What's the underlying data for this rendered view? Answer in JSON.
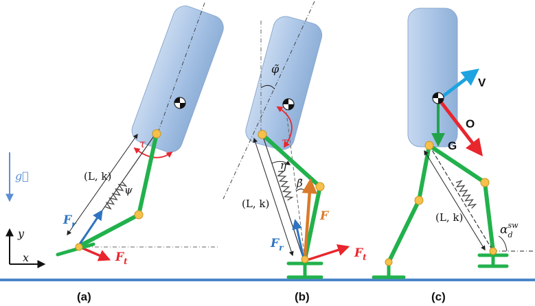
{
  "colors": {
    "body_fill": "#a9c4e6",
    "leg": "#22b14c",
    "joint": "#f6c04a",
    "ground": "#4a86c8",
    "torque": "#e8262d",
    "force_red": "#e8262d",
    "force_blue": "#2f74c0",
    "force_orange": "#d97b2a",
    "gravity": "#5b8fd4",
    "velocity": "#1fa3e0",
    "spring": "#444444"
  },
  "icons": {
    "com": "center-of-mass-marker",
    "foot": "foot-pad"
  },
  "axes": {
    "x": "x",
    "y": "y",
    "gravity": "g⃗"
  },
  "panel_a": {
    "caption": "(a)",
    "torque": "τ",
    "spring_params": "(L, k)",
    "psi": "ψ",
    "fr": "F",
    "fr_sub": "r",
    "ft": "F",
    "ft_sub": "t"
  },
  "panel_b": {
    "caption": "(b)",
    "phi": "φ̃",
    "torque": "τ",
    "eta": "η",
    "beta": "β̃",
    "spring_params": "(L, k)",
    "f": "F",
    "fr": "F",
    "fr_sub": "r",
    "ft": "F",
    "ft_sub": "t"
  },
  "panel_c": {
    "caption": "(c)",
    "v": "V",
    "o": "O",
    "g": "G",
    "spring_params": "(L, k)",
    "alpha": "α",
    "alpha_sub": "d",
    "alpha_sup": "sw"
  }
}
